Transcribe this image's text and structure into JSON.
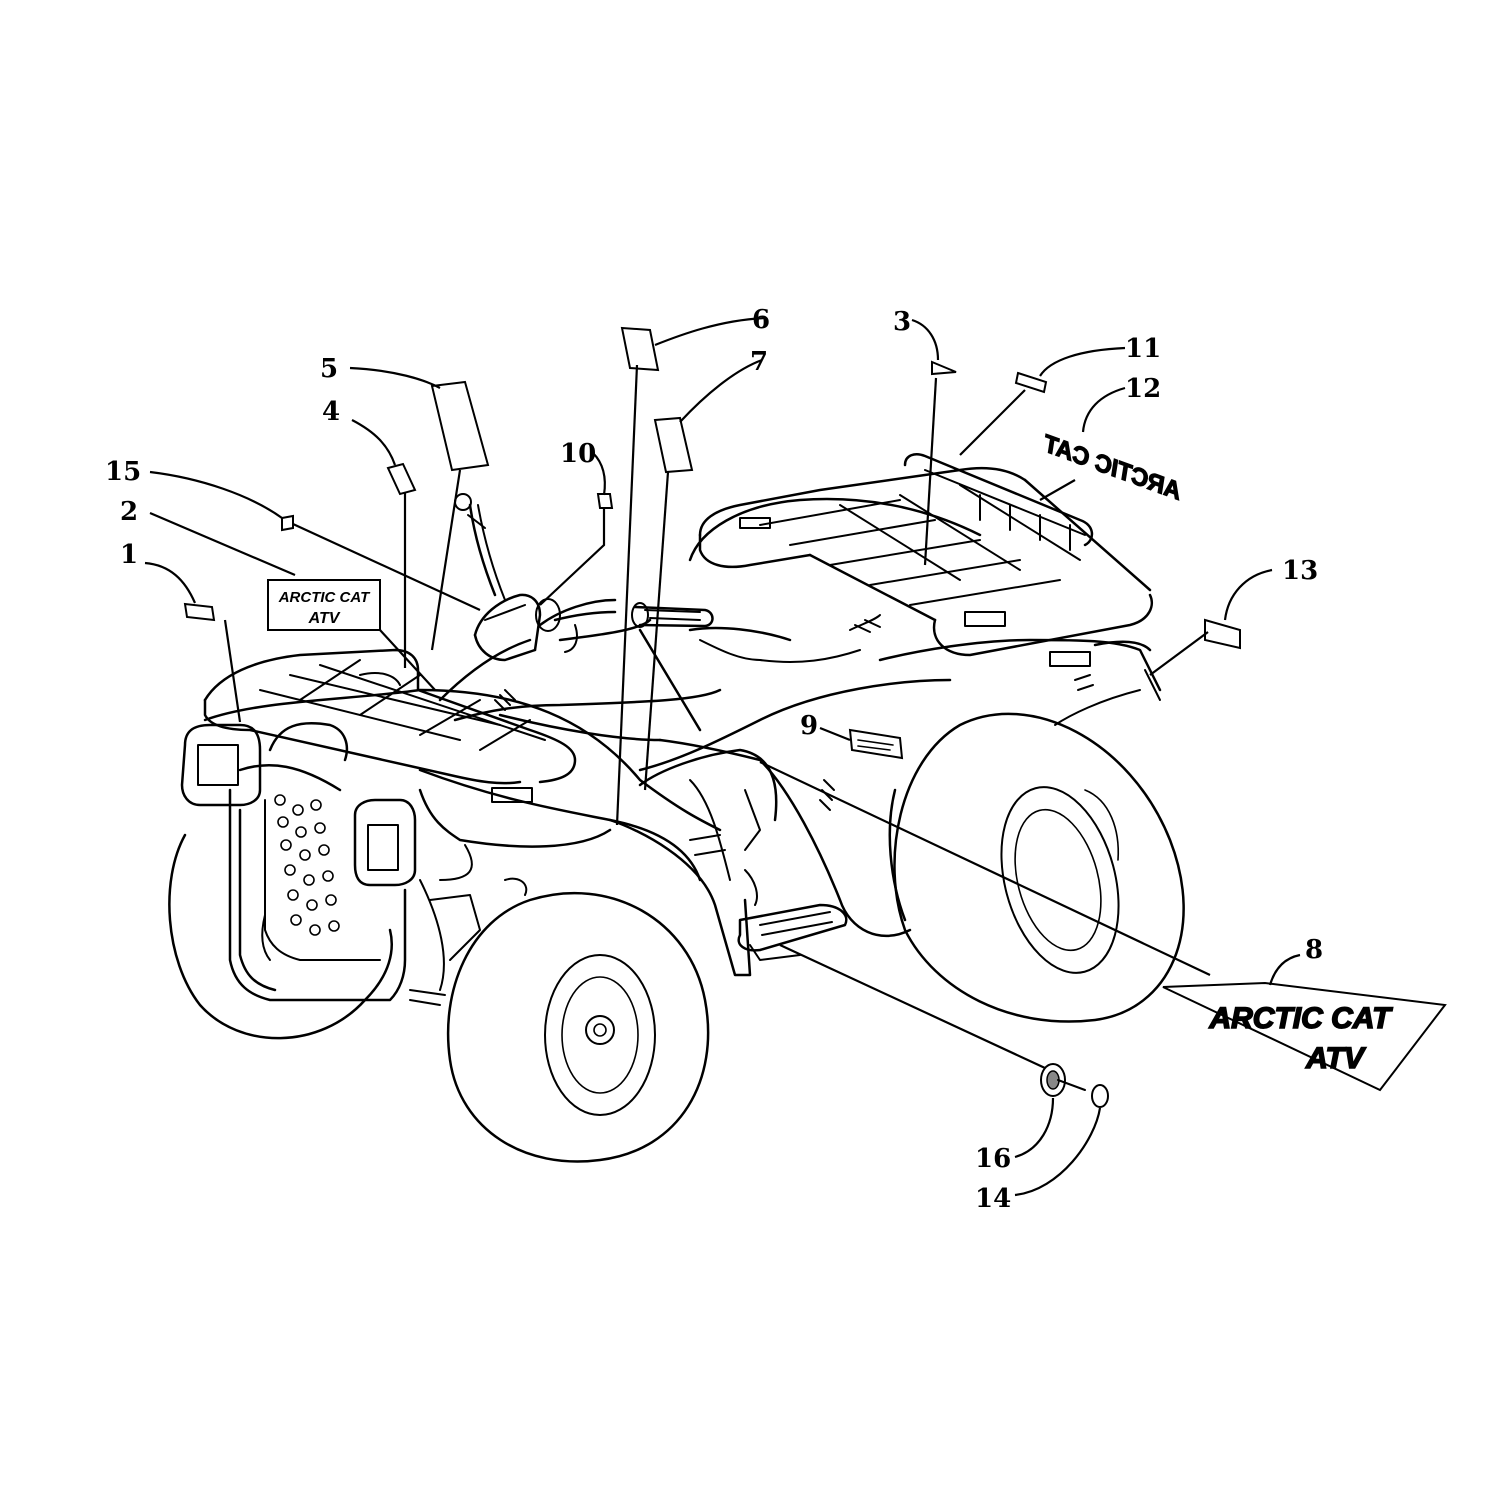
{
  "callouts": {
    "c1": "1",
    "c2": "2",
    "c3": "3",
    "c4": "4",
    "c5": "5",
    "c6": "6",
    "c7": "7",
    "c8": "8",
    "c9": "9",
    "c10": "10",
    "c11": "11",
    "c12": "12",
    "c13": "13",
    "c14": "14",
    "c15": "15",
    "c16": "16"
  },
  "decals": {
    "small_logo_line1": "ARCTIC CAT",
    "small_logo_line2": "ATV",
    "large_logo_line1": "ARCTIC CAT",
    "large_logo_line2": "ATV",
    "rear_rack_logo": "ARCTIC CAT"
  }
}
